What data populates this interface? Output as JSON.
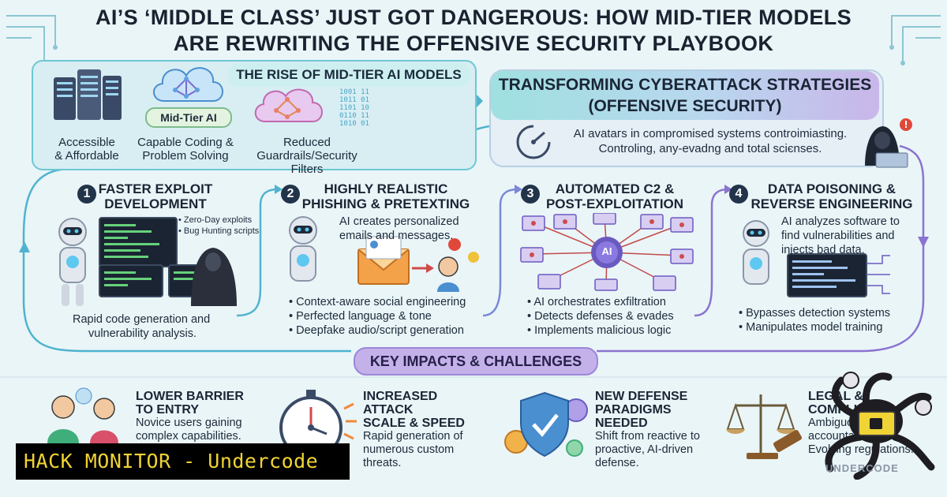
{
  "title": {
    "line1": "AI’S ‘MIDDLE CLASS’ JUST GOT DANGEROUS: HOW MID-TIER MODELS",
    "line2": "ARE REWRITING THE OFFENSIVE SECURITY PLAYBOOK"
  },
  "rise": {
    "title": "THE RISE OF MID-TIER AI MODELS",
    "hub_label": "Mid-Tier AI",
    "features": [
      {
        "line1": "Accessible",
        "line2": "& Affordable"
      },
      {
        "line1": "Capable Coding &",
        "line2": "Problem Solving"
      },
      {
        "line1": "Reduced",
        "line2": "Guardrails/Security Filters"
      }
    ],
    "binary": [
      "1001 11",
      "1011 01",
      "1101 10",
      "0110 11",
      "1010 01"
    ]
  },
  "transform": {
    "title_line1": "TRANSFORMING CYBERATTACK STRATEGIES",
    "title_line2": "(OFFENSIVE SECURITY)",
    "desc_line1": "AI avataгs in compromised systems controimiasting.",
    "desc_line2": "Controling, any-evadng and total sciєnses."
  },
  "steps": [
    {
      "number": "1",
      "title_line1": "FASTER EXPLOIT",
      "title_line2": "DEVELOPMENT",
      "tags": [
        "• Zero-Day exploits",
        "• Bug Hunting scripts"
      ],
      "desc_line1": "Rapid code generation and",
      "desc_line2": "vulnerability analysis."
    },
    {
      "number": "2",
      "title_line1": "HIGHLY REALISTIC",
      "title_line2": "PHISHING & PRETEXTING",
      "desc_line1": "AI creates personalized",
      "desc_line2": "emails and messages.",
      "bullets": [
        "Context-aware social engineering",
        "Perfected language & tone",
        "Deepfake audio/script generation"
      ]
    },
    {
      "number": "3",
      "title_line1": "AUTOMATED C2 &",
      "title_line2": "POST-EXPLOITATION",
      "hub_label": "AI",
      "bullets": [
        "AI orchestrates exfiltration",
        "Detects defenses & evades",
        "Implements malicious logic"
      ]
    },
    {
      "number": "4",
      "title_line1": "DATA POISONING &",
      "title_line2": "REVERSE ENGINEERING",
      "desc_line1": "AI analyzes software to",
      "desc_line2": "find vulnerabilities and",
      "desc_line3": "injects bad data.",
      "bullets": [
        "Bypasses detection systems",
        "Manipulates model training"
      ]
    }
  ],
  "key_impacts": {
    "title": "KEY IMPACTS & CHALLENGES",
    "items": [
      {
        "title_line1": "LOWER BARRIER",
        "title_line2": "TO ENTRY",
        "text_line1": "Novice users gaining",
        "text_line2": "complex capabilities."
      },
      {
        "title_line1": "INCREASED ATTACK",
        "title_line2": "SCALE & SPEED",
        "text_line1": "Rapid generation of",
        "text_line2": "numerous custom",
        "text_line3": "threats."
      },
      {
        "title_line1": "NEW DEFENSE",
        "title_line2": "PARADIGMS",
        "title_line3": "NEEDED",
        "text_line1": "Shift from reactive to",
        "text_line2": "proactive, AI-driven",
        "text_line3": "defense."
      },
      {
        "title_line1": "LEGAL &",
        "title_line2": "COMPLIANCE",
        "text_line1": "Ambiguous",
        "text_line2": "accountability.",
        "text_line3": "Evolving regulations."
      }
    ]
  },
  "banner": {
    "text": "HACK MONITOR - Undercode"
  },
  "watermark": {
    "text": "UNDERCODE"
  },
  "colors": {
    "teal": "#6ec7d3",
    "purple": "#9c86d8",
    "navy": "#22344a",
    "banner_text": "#f0d335",
    "background": "#eaf5f8"
  }
}
